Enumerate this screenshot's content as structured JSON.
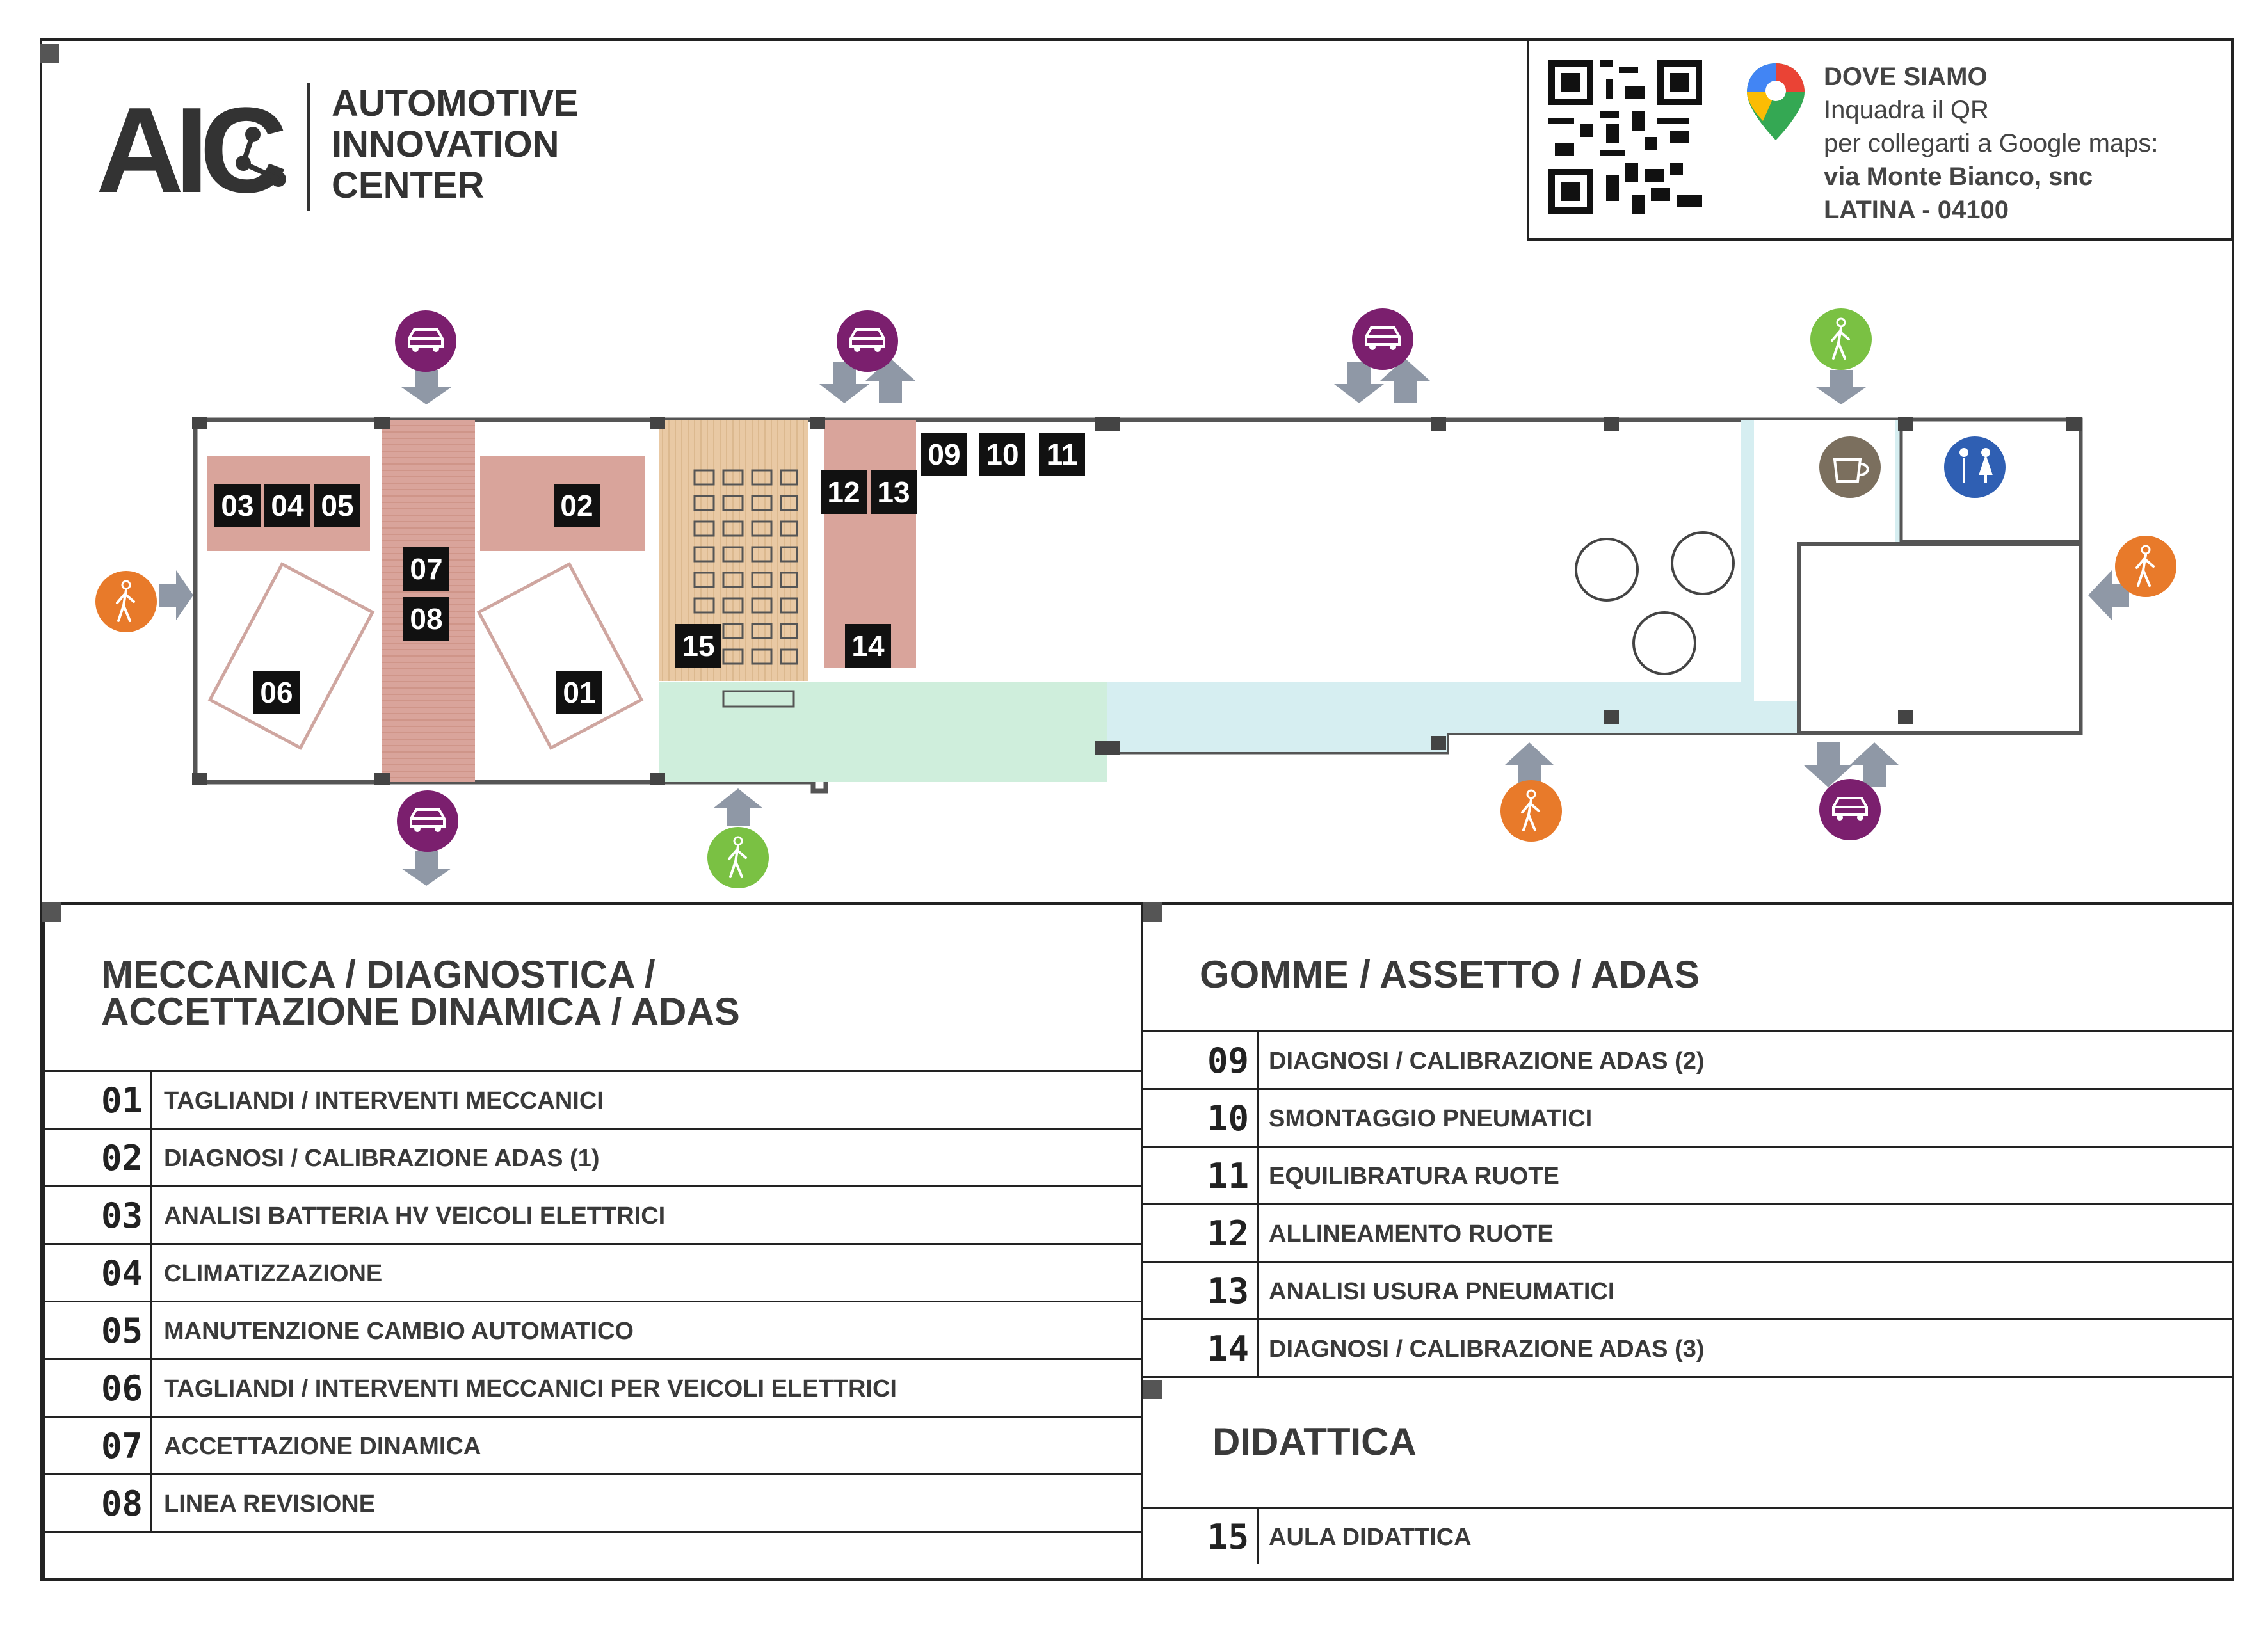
{
  "logo": {
    "mark": "AIC",
    "line1": "AUTOMOTIVE",
    "line2": "INNOVATION",
    "line3": "CENTER"
  },
  "location": {
    "title": "DOVE SIAMO",
    "line1": "Inquadra il QR",
    "line2": "per collegarti a Google maps:",
    "address": "via Monte Bianco, snc",
    "city": "LATINA - 04100"
  },
  "map": {
    "zones": {
      "z01": "01",
      "z02": "02",
      "z03": "03",
      "z04": "04",
      "z05": "05",
      "z06": "06",
      "z07": "07",
      "z08": "08",
      "z09": "09",
      "z10": "10",
      "z11": "11",
      "z12": "12",
      "z13": "13",
      "z14": "14",
      "z15": "15"
    },
    "colors": {
      "vehicle_entrance": "#7b1f6e",
      "pedestrian_orange": "#e87a2a",
      "pedestrian_green": "#7ac143",
      "toilets": "#2f5fb3",
      "cafe": "#7b6f5e",
      "service_bay": "#d9a49b",
      "classroom": "#e9c9a4",
      "lounge_blue": "#d6eef1",
      "green_area": "#cfeedc"
    },
    "icons": [
      "car-icon",
      "walking-person-icon",
      "coffee-cup-icon",
      "restroom-icon",
      "arrow-icon"
    ]
  },
  "legend_left": {
    "title_line1": "MECCANICA / DIAGNOSTICA /",
    "title_line2": "ACCETTAZIONE DINAMICA / ADAS",
    "items": [
      {
        "num": "01",
        "label": "TAGLIANDI / INTERVENTI MECCANICI"
      },
      {
        "num": "02",
        "label": "DIAGNOSI / CALIBRAZIONE ADAS (1)"
      },
      {
        "num": "03",
        "label": "ANALISI BATTERIA HV VEICOLI ELETTRICI"
      },
      {
        "num": "04",
        "label": "CLIMATIZZAZIONE"
      },
      {
        "num": "05",
        "label": "MANUTENZIONE CAMBIO AUTOMATICO"
      },
      {
        "num": "06",
        "label": "TAGLIANDI / INTERVENTI MECCANICI PER VEICOLI ELETTRICI"
      },
      {
        "num": "07",
        "label": "ACCETTAZIONE DINAMICA"
      },
      {
        "num": "08",
        "label": "LINEA REVISIONE"
      }
    ]
  },
  "legend_right": {
    "title": "GOMME / ASSETTO / ADAS",
    "items": [
      {
        "num": "09",
        "label": "DIAGNOSI / CALIBRAZIONE ADAS (2)"
      },
      {
        "num": "10",
        "label": "SMONTAGGIO PNEUMATICI"
      },
      {
        "num": "11",
        "label": "EQUILIBRATURA RUOTE"
      },
      {
        "num": "12",
        "label": "ALLINEAMENTO RUOTE"
      },
      {
        "num": "13",
        "label": "ANALISI USURA PNEUMATICI"
      },
      {
        "num": "14",
        "label": "DIAGNOSI / CALIBRAZIONE ADAS (3)"
      }
    ],
    "title2": "DIDATTICA",
    "items2": [
      {
        "num": "15",
        "label": "AULA DIDATTICA"
      }
    ]
  }
}
